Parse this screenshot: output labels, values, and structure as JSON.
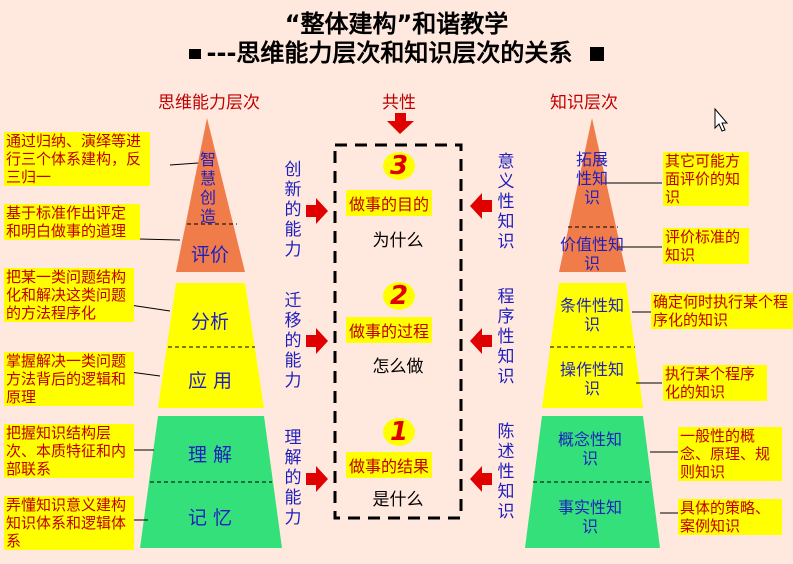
{
  "title": {
    "line1": "“整体建构”和谐教学",
    "line2": "---思维能力层次和知识层次的关系"
  },
  "headers": {
    "left": "思维能力层次",
    "center": "共性",
    "right": "知识层次"
  },
  "left_pyramid": {
    "levels": [
      {
        "label": "智慧创造",
        "note": "通过归纳、演绎等进行三个体系建构，反三归一"
      },
      {
        "label": "评价",
        "note": "基于标准作出评定和明白做事的道理"
      },
      {
        "label": "分析",
        "note": "把某一类问题结构化和解决这类问题的方法程序化"
      },
      {
        "label": "应 用",
        "note": "掌握解决一类问题方法背后的逻辑和原理"
      },
      {
        "label": "理 解",
        "note": "把握知识结构层次、本质特征和内部联系"
      },
      {
        "label": "记 忆",
        "note": "弄懂知识意义建构知识体系和逻辑体系"
      }
    ]
  },
  "left_abilities": [
    "创新的能力",
    "迁移的能力",
    "理解的能力"
  ],
  "center": {
    "items": [
      {
        "number": "3",
        "label": "做事的目的",
        "question": "为什么"
      },
      {
        "number": "2",
        "label": "做事的过程",
        "question": "怎么做"
      },
      {
        "number": "1",
        "label": "做事的结果",
        "question": "是什么"
      }
    ]
  },
  "right_knowledge_types": [
    "意义性知识",
    "程序性知识",
    "陈述性知识"
  ],
  "right_pyramid": {
    "levels": [
      {
        "label": "拓展性知识",
        "note": "其它可能方面评价的知识"
      },
      {
        "label": "价值性知识",
        "note": "评价标准的知识"
      },
      {
        "label": "条件性知识",
        "note": "确定何时执行某个程序化的知识"
      },
      {
        "label": "操作性知识",
        "note": "执行某个程序化的知识"
      },
      {
        "label": "概念性知识",
        "note": "一般性的概念、原理、规则知识"
      },
      {
        "label": "事实性知识",
        "note": "具体的策略、案例知识"
      }
    ]
  },
  "colors": {
    "background": "#FFE9DE",
    "orange": "#F07C4A",
    "yellow": "#FFFF00",
    "green": "#33E07A",
    "red": "#E00000",
    "blue": "#1F1FBF"
  }
}
